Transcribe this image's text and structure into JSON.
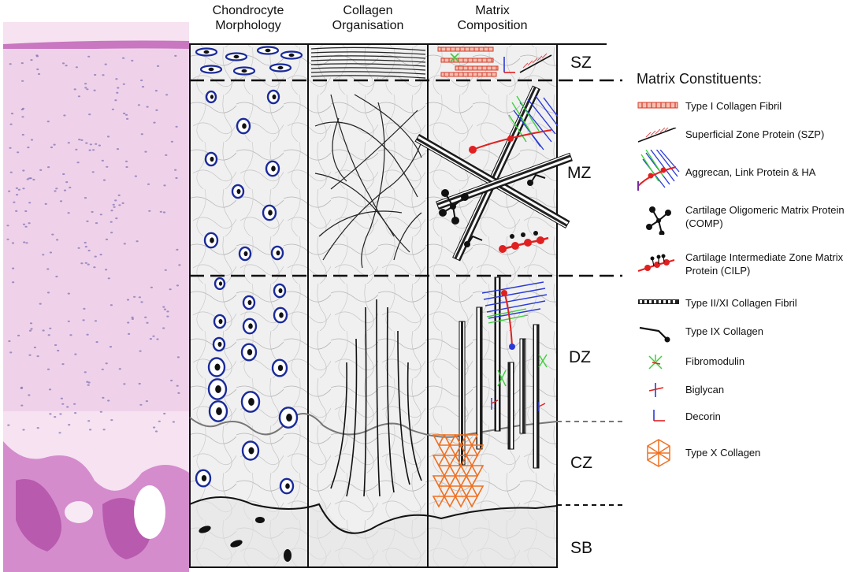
{
  "columns": {
    "chondrocyte": {
      "line1": "Chondrocyte",
      "line2": "Morphology"
    },
    "collagen": {
      "line1": "Collagen",
      "line2": "Organisation"
    },
    "matrix": {
      "line1": "Matrix",
      "line2": "Composition"
    }
  },
  "zones": {
    "sz": "SZ",
    "mz": "MZ",
    "dz": "DZ",
    "cz": "CZ",
    "sb": "SB"
  },
  "legend": {
    "title": "Matrix Constituents:",
    "items": [
      {
        "label": "Type I Collagen Fibril",
        "icon": "type-i-collagen-fibril-icon"
      },
      {
        "label": "Superficial Zone Protein (SZP)",
        "icon": "szp-icon"
      },
      {
        "label": "Aggrecan, Link Protein & HA",
        "icon": "aggrecan-icon"
      },
      {
        "label": "Cartilage Oligomeric Matrix Protein (COMP)",
        "icon": "comp-icon"
      },
      {
        "label": "Cartilage Intermediate Zone Matrix Protein (CILP)",
        "icon": "cilp-icon"
      },
      {
        "label": "Type II/XI Collagen Fibril",
        "icon": "type-ii-xi-collagen-fibril-icon"
      },
      {
        "label": "Type IX Collagen",
        "icon": "type-ix-collagen-icon"
      },
      {
        "label": "Fibromodulin",
        "icon": "fibromodulin-icon"
      },
      {
        "label": "Biglycan",
        "icon": "biglycan-icon"
      },
      {
        "label": "Decorin",
        "icon": "decorin-icon"
      },
      {
        "label": "Type X Collagen",
        "icon": "type-x-collagen-icon"
      }
    ]
  },
  "colors": {
    "histology": "#f1d6ec",
    "histology_stain": "#c060b8",
    "cell_ring": "#1a2a9a",
    "tissue_bg": "#ededed",
    "collagen_i": "#d43a2a",
    "aggrecan_blue": "#2a3ad8",
    "aggrecan_green": "#3ad03a",
    "hyaluronan": "#e02020",
    "type_x": "#f07020"
  }
}
